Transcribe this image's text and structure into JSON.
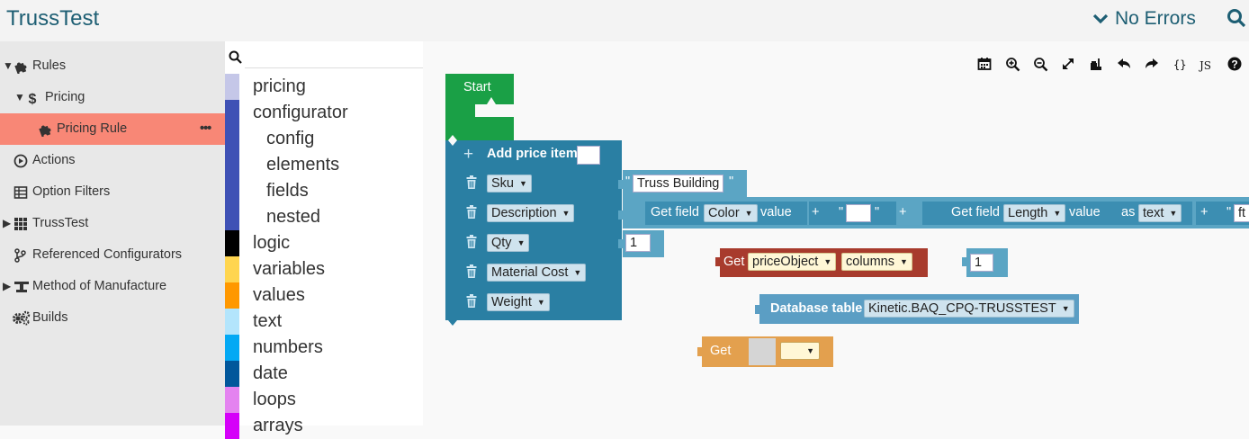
{
  "app": {
    "title": "TrussTest",
    "status": "No Errors"
  },
  "sidebar": {
    "items": [
      {
        "label": "Rules",
        "icon": "puzzle-icon",
        "expander": "▼"
      },
      {
        "label": "Pricing",
        "icon": "dollar-icon",
        "expander": "▼"
      },
      {
        "label": "Pricing Rule",
        "icon": "puzzle-icon",
        "more": "•••"
      },
      {
        "label": "Actions",
        "icon": "play-circle-icon"
      },
      {
        "label": "Option Filters",
        "icon": "table-icon"
      },
      {
        "label": "TrussTest",
        "icon": "grid-icon",
        "expander": "▶"
      },
      {
        "label": "Referenced Configurators",
        "icon": "branch-icon"
      },
      {
        "label": "Method of Manufacture",
        "icon": "method-icon",
        "expander": "▶"
      },
      {
        "label": "Builds",
        "icon": "gears-icon"
      }
    ]
  },
  "toolbox": {
    "categories": [
      {
        "label": "pricing",
        "color": "#c5c7e8"
      },
      {
        "label": "configurator",
        "color": "#3f51b5"
      },
      {
        "label": "config",
        "color": "#3f51b5"
      },
      {
        "label": "elements",
        "color": "#3f51b5"
      },
      {
        "label": "fields",
        "color": "#3f51b5"
      },
      {
        "label": "nested",
        "color": "#3f51b5"
      },
      {
        "label": "logic",
        "color": "#000000"
      },
      {
        "label": "variables",
        "color": "#ffd54f"
      },
      {
        "label": "values",
        "color": "#ff9800"
      },
      {
        "label": "text",
        "color": "#b3e5fc"
      },
      {
        "label": "numbers",
        "color": "#03a9f4"
      },
      {
        "label": "date",
        "color": "#01579b"
      },
      {
        "label": "loops",
        "color": "#e483f0"
      },
      {
        "label": "arrays",
        "color": "#d500f9"
      }
    ]
  },
  "toolbar": {
    "icons": [
      "calendar-icon",
      "zoom-in-icon",
      "zoom-out-icon",
      "fullscreen-icon",
      "cleanup-icon",
      "undo-icon",
      "redo-icon",
      "braces-icon",
      "js-icon",
      "help-icon"
    ],
    "braces": "{}",
    "js": "JS",
    "help": "?"
  },
  "blocks": {
    "start": {
      "label": "Start"
    },
    "add_price_item": {
      "label": "Add price item",
      "add": "+",
      "fields": [
        {
          "label": "Sku"
        },
        {
          "label": "Description"
        },
        {
          "label": "Qty"
        },
        {
          "label": "Material Cost"
        },
        {
          "label": "Weight"
        }
      ]
    },
    "sku_text": {
      "open": "\"",
      "value": "Truss Building",
      "close": "\""
    },
    "desc_expr": {
      "getfield1": {
        "label": "Get field",
        "field": "Color",
        "suffix": "value"
      },
      "plus1": "+",
      "text1": {
        "open": "\"",
        "value": "",
        "close": "\""
      },
      "plus2": "+",
      "getfield2": {
        "label": "Get field",
        "field": "Length",
        "suffix": "value",
        "as": "as",
        "type": "text"
      },
      "plus3": "+",
      "text2": {
        "open": "\"",
        "value": "ft"
      }
    },
    "qty_number": {
      "value": "1"
    },
    "get_price": {
      "label": "Get",
      "object": "priceObject",
      "prop": "columns"
    },
    "number_one": {
      "value": "1"
    },
    "database": {
      "label": "Database table",
      "table": "Kinetic.BAQ_CPQ-TRUSSTEST"
    },
    "get_var": {
      "label": "Get",
      "value": ""
    }
  },
  "colors": {
    "start": "#1aa046",
    "pricing": "#2a7fa3",
    "text": "#5ba5c4",
    "get": "#a83b2d",
    "db": "#5b9ec4",
    "var": "#e3a04e"
  }
}
